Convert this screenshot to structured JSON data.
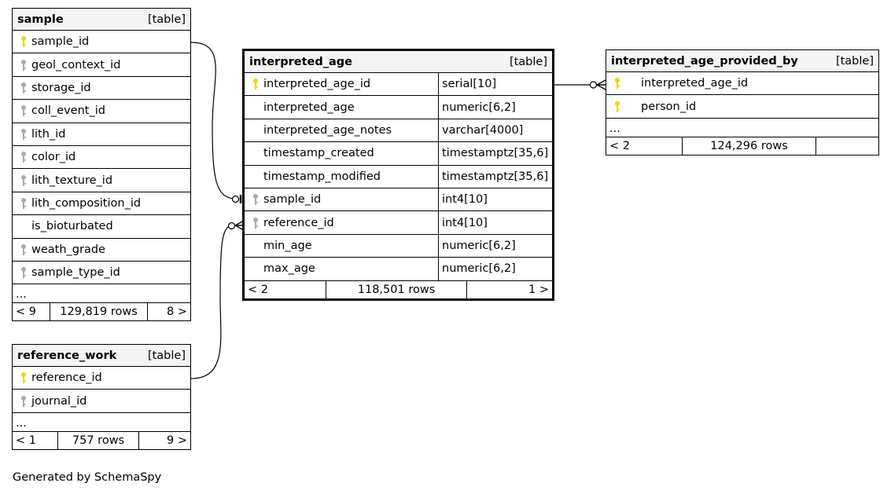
{
  "tables": {
    "sample": {
      "name": "sample",
      "kind": "[table]",
      "columns": [
        {
          "name": "sample_id",
          "key": "primary"
        },
        {
          "name": "geol_context_id",
          "key": "foreign"
        },
        {
          "name": "storage_id",
          "key": "foreign"
        },
        {
          "name": "coll_event_id",
          "key": "foreign"
        },
        {
          "name": "lith_id",
          "key": "foreign"
        },
        {
          "name": "color_id",
          "key": "foreign"
        },
        {
          "name": "lith_texture_id",
          "key": "foreign"
        },
        {
          "name": "lith_composition_id",
          "key": "foreign"
        },
        {
          "name": "is_bioturbated",
          "key": "none"
        },
        {
          "name": "weath_grade",
          "key": "foreign"
        },
        {
          "name": "sample_type_id",
          "key": "foreign"
        }
      ],
      "more": "...",
      "footer": {
        "left": "< 9",
        "rows": "129,819 rows",
        "right": "8 >"
      }
    },
    "reference_work": {
      "name": "reference_work",
      "kind": "[table]",
      "columns": [
        {
          "name": "reference_id",
          "key": "primary"
        },
        {
          "name": "journal_id",
          "key": "foreign"
        }
      ],
      "more": "...",
      "footer": {
        "left": "< 1",
        "rows": "757 rows",
        "right": "9 >"
      }
    },
    "interpreted_age": {
      "name": "interpreted_age",
      "kind": "[table]",
      "columns": [
        {
          "name": "interpreted_age_id",
          "type": "serial[10]",
          "key": "primary"
        },
        {
          "name": "interpreted_age",
          "type": "numeric[6,2]",
          "key": "none"
        },
        {
          "name": "interpreted_age_notes",
          "type": "varchar[4000]",
          "key": "none"
        },
        {
          "name": "timestamp_created",
          "type": "timestamptz[35,6]",
          "key": "none"
        },
        {
          "name": "timestamp_modified",
          "type": "timestamptz[35,6]",
          "key": "none"
        },
        {
          "name": "sample_id",
          "type": "int4[10]",
          "key": "foreign"
        },
        {
          "name": "reference_id",
          "type": "int4[10]",
          "key": "foreign"
        },
        {
          "name": "min_age",
          "type": "numeric[6,2]",
          "key": "none"
        },
        {
          "name": "max_age",
          "type": "numeric[6,2]",
          "key": "none"
        }
      ],
      "footer": {
        "left": "< 2",
        "rows": "118,501 rows",
        "right": "1 >"
      }
    },
    "interpreted_age_provided_by": {
      "name": "interpreted_age_provided_by",
      "kind": "[table]",
      "columns": [
        {
          "name": "interpreted_age_id",
          "key": "primary"
        },
        {
          "name": "person_id",
          "key": "primary"
        }
      ],
      "more": "...",
      "footer": {
        "left": "< 2",
        "rows": "124,296 rows",
        "right": ""
      }
    }
  },
  "colors": {
    "primary_key": "#e8d800",
    "foreign_key": "#aaaaaa",
    "header_bg": "#f4f4f4"
  },
  "generated_by": "Generated by SchemaSpy"
}
